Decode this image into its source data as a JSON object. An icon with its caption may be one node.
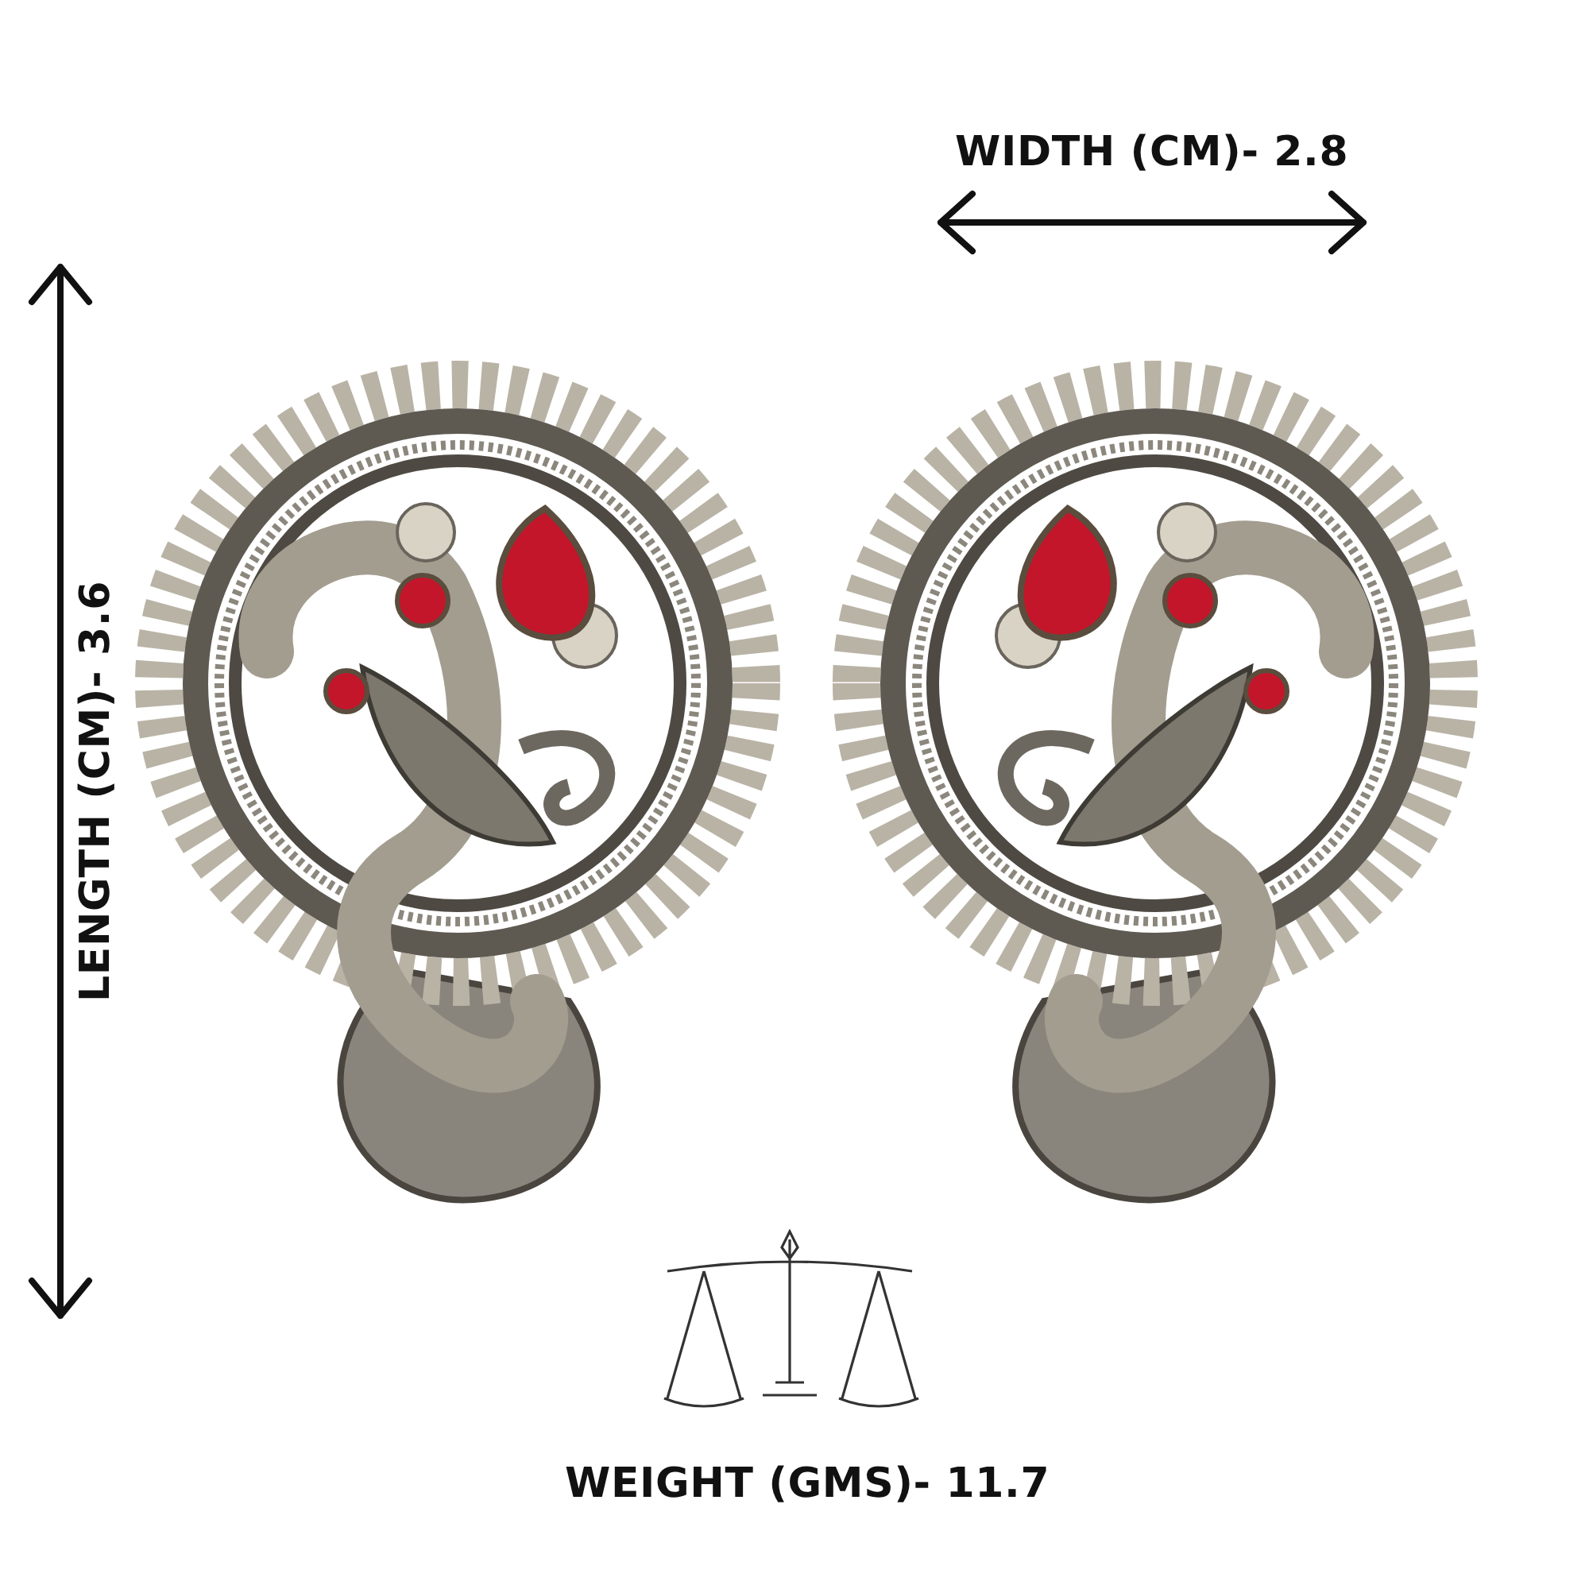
{
  "diagram": {
    "labels": [
      "WIDTH (CM)- 2.8",
      "LENGTH (CM)- 3.6",
      "WEIGHT (GMS)- 11.7"
    ]
  }
}
